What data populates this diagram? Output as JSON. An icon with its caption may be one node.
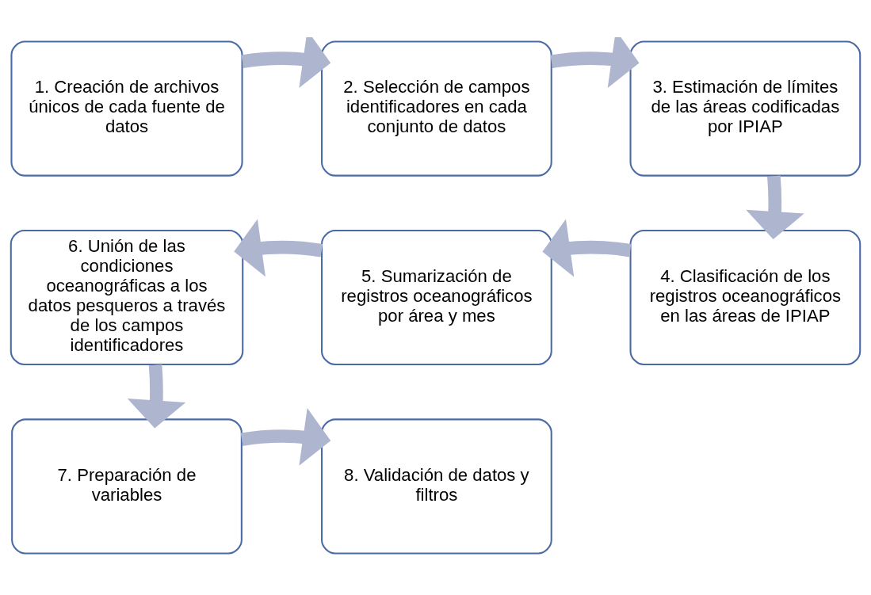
{
  "diagram": {
    "nodes": [
      {
        "text": [
          "1. Creación de archivos únicos de cada fuente de datos"
        ]
      },
      {
        "text": [
          "2. Selección de campos identificadores en cada conjunto de datos"
        ]
      },
      {
        "text": [
          "3. Estimación de límites de las áreas codificadas por IPIAP"
        ]
      },
      {
        "text": [
          "4. Clasificación de los registros oceanográficos en las áreas de IPIAP"
        ]
      },
      {
        "text": [
          "5. Sumarización de registros oceanográficos por área y mes"
        ]
      },
      {
        "text": [
          "6. Unión de las condiciones oceanográficas a los datos pesqueros a través de los campos identificadores"
        ]
      },
      {
        "text": [
          "7. Preparación de variables"
        ]
      },
      {
        "text": [
          "8. Validación de datos y filtros"
        ]
      }
    ],
    "edges": [
      {
        "from": 0,
        "to": 1,
        "arrow": "to"
      },
      {
        "from": 1,
        "to": 2,
        "arrow": "to"
      },
      {
        "from": 2,
        "to": 3,
        "arrow": "to"
      },
      {
        "from": 3,
        "to": 4,
        "arrow": "to"
      },
      {
        "from": 4,
        "to": 5,
        "arrow": "to"
      },
      {
        "from": 5,
        "to": 6,
        "arrow": "to"
      },
      {
        "from": 6,
        "to": 7,
        "arrow": "to"
      }
    ]
  }
}
